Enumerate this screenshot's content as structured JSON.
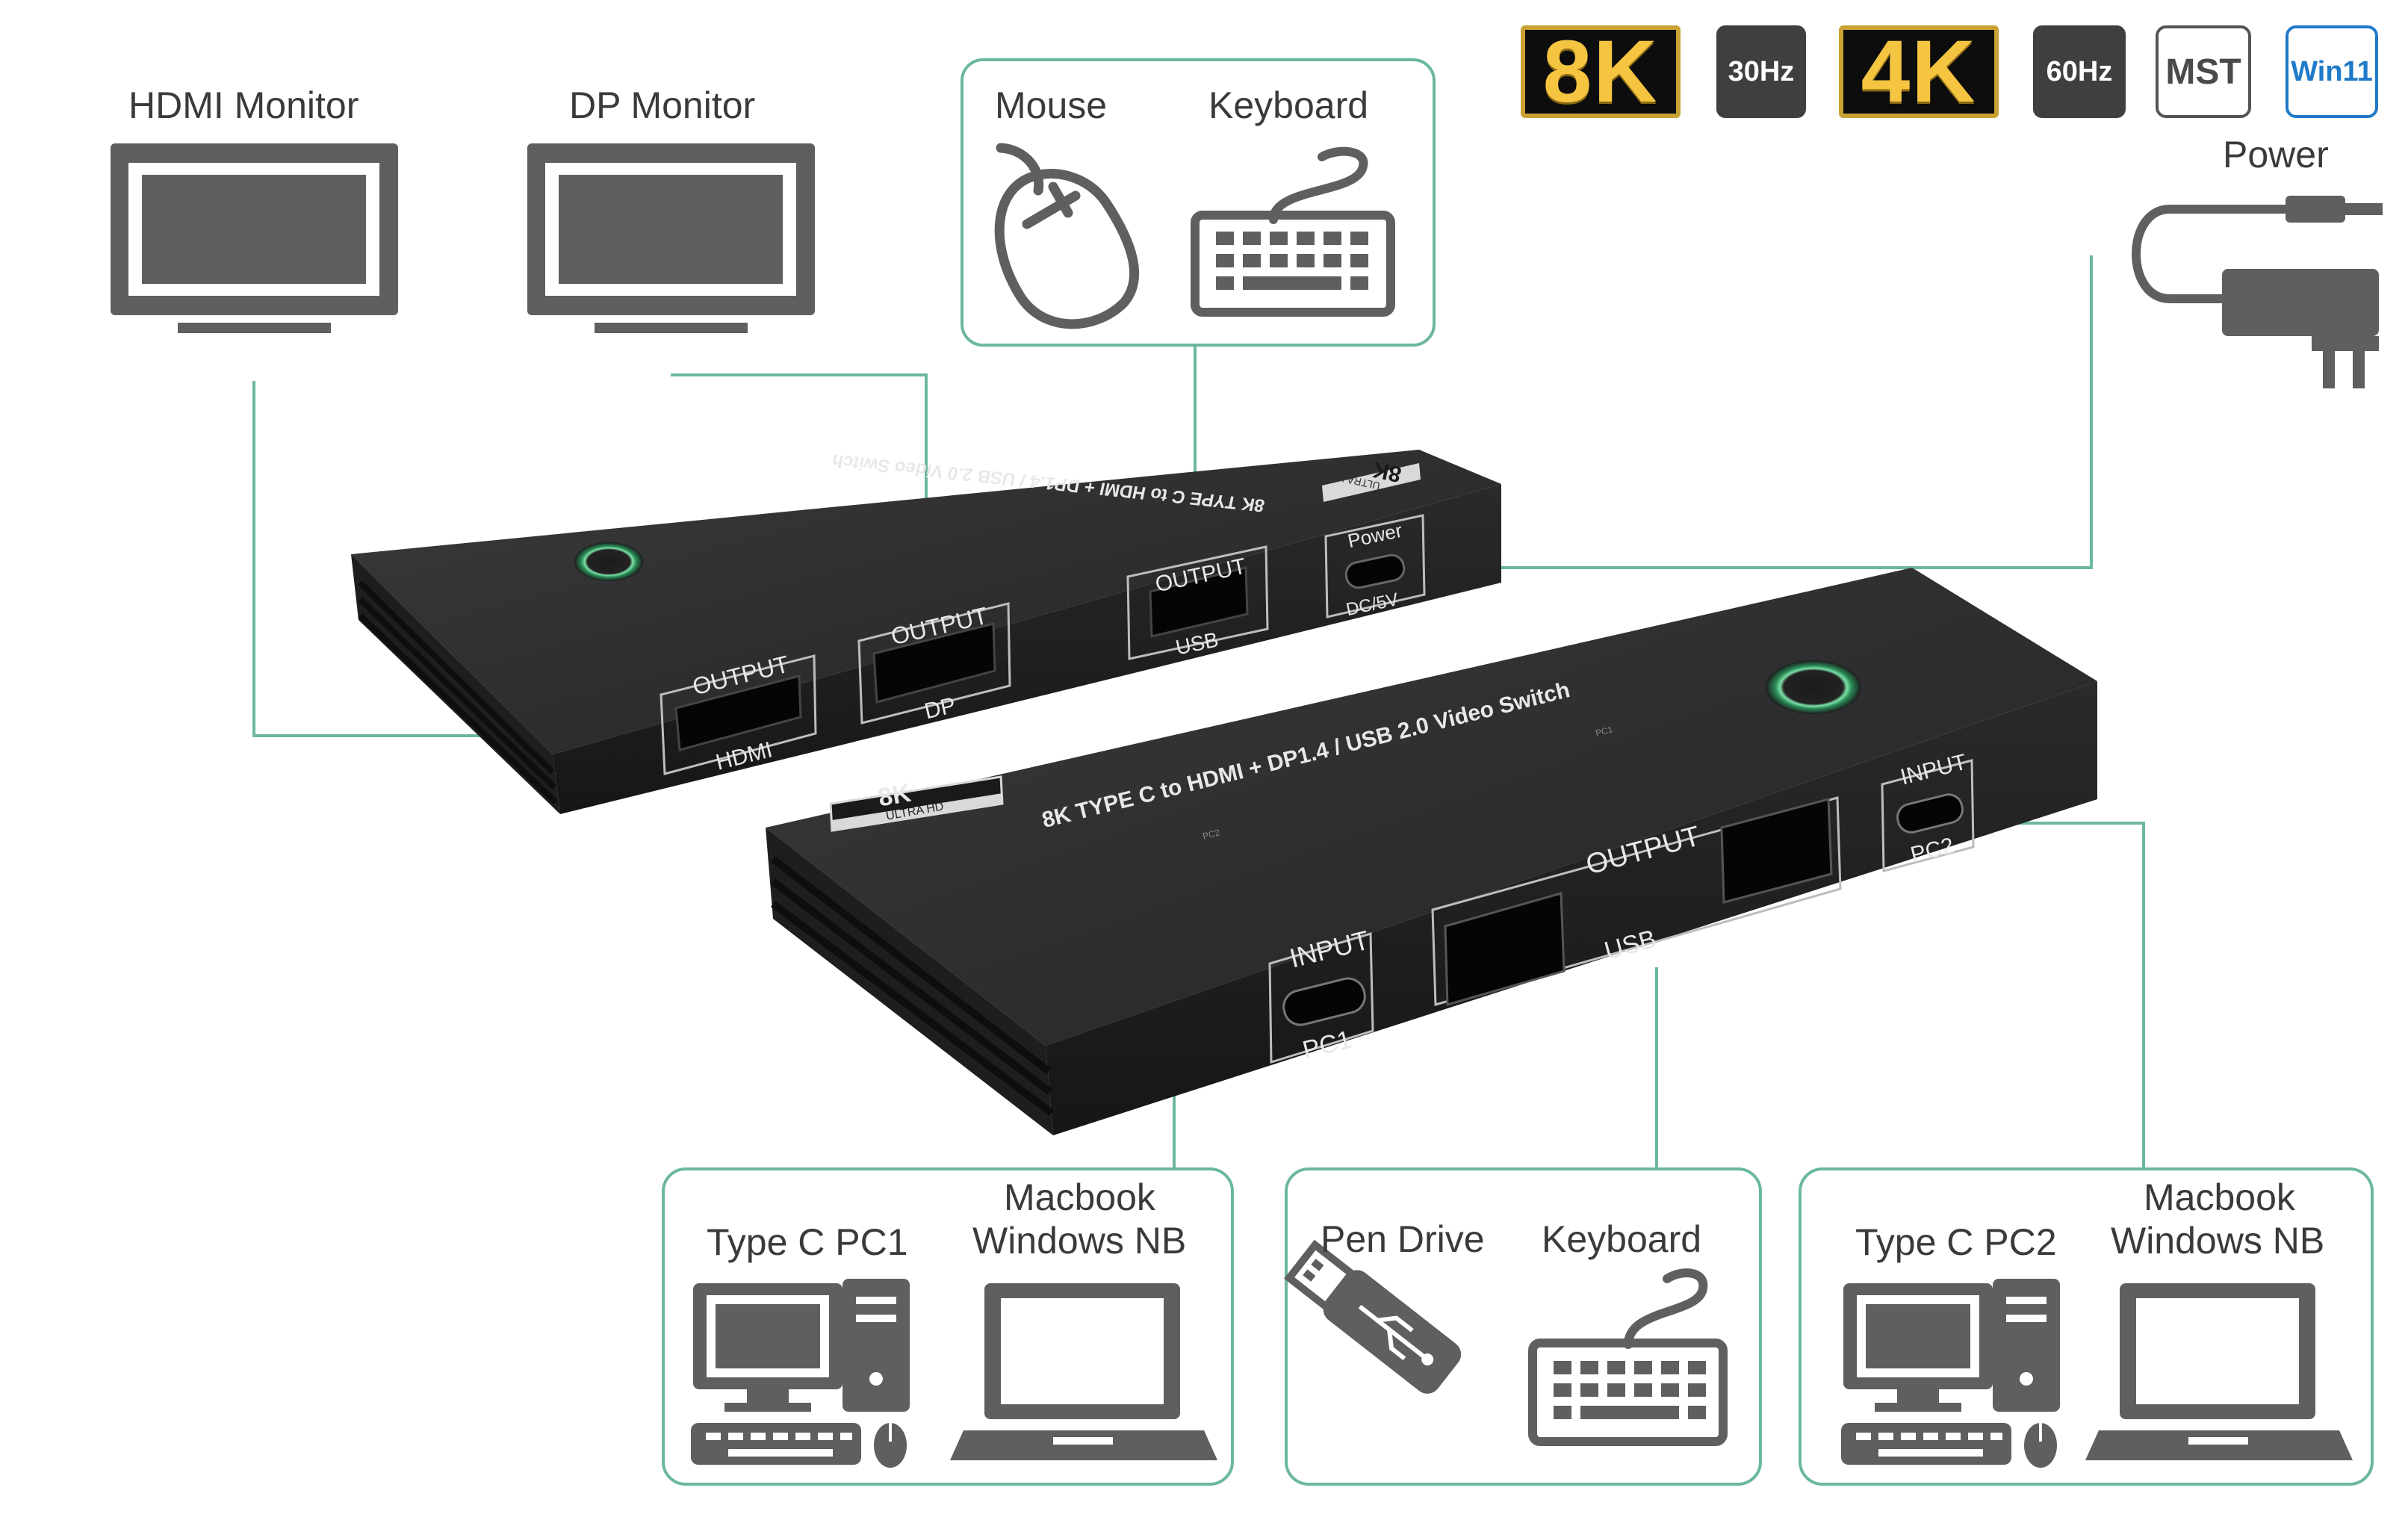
{
  "badges": {
    "res_8k": "8K",
    "hz_30": "30Hz",
    "res_4k": "4K",
    "hz_60": "60Hz",
    "mst": "MST",
    "win11": "Win11"
  },
  "top_labels": {
    "hdmi_monitor": "HDMI Monitor",
    "dp_monitor": "DP Monitor",
    "mouse": "Mouse",
    "keyboard": "Keyboard",
    "power": "Power"
  },
  "bottom_labels": {
    "type_c_pc1": "Type C PC1",
    "macbook_1": "Macbook",
    "windows_nb_1": "Windows NB",
    "pen_drive": "Pen Drive",
    "keyboard_2": "Keyboard",
    "type_c_pc2": "Type C PC2",
    "macbook_2": "Macbook",
    "windows_nb_2": "Windows NB"
  },
  "device_back": {
    "title": "8K TYPE C to HDMI + DP1.4 / USB 2.0 Video Switch",
    "port_hdmi_top": "OUTPUT",
    "port_hdmi_bottom": "HDMI",
    "port_dp_top": "OUTPUT",
    "port_dp_bottom": "DP",
    "port_usb_top": "OUTPUT",
    "port_usb_bottom": "USB",
    "port_power_top": "Power",
    "port_power_bottom": "DC/5V",
    "logo_main": "8K",
    "logo_sub": "ULTRA HD"
  },
  "device_front": {
    "title": "8K TYPE C to HDMI + DP1.4 / USB 2.0 Video Switch",
    "logo_main": "8K",
    "logo_sub": "ULTRA HD",
    "pc1_led": "PC1",
    "pc2_led": "PC2",
    "port_in1_top": "INPUT",
    "port_in1_bottom": "PC1",
    "port_usb_top": "OUTPUT",
    "port_usb_bottom": "USB",
    "port_in2_top": "INPUT",
    "port_in2_bottom": "PC2"
  },
  "colors": {
    "accent_line": "#6bb89c",
    "icon_gray": "#5f5f5f",
    "device_body": "#2c2c2e"
  }
}
